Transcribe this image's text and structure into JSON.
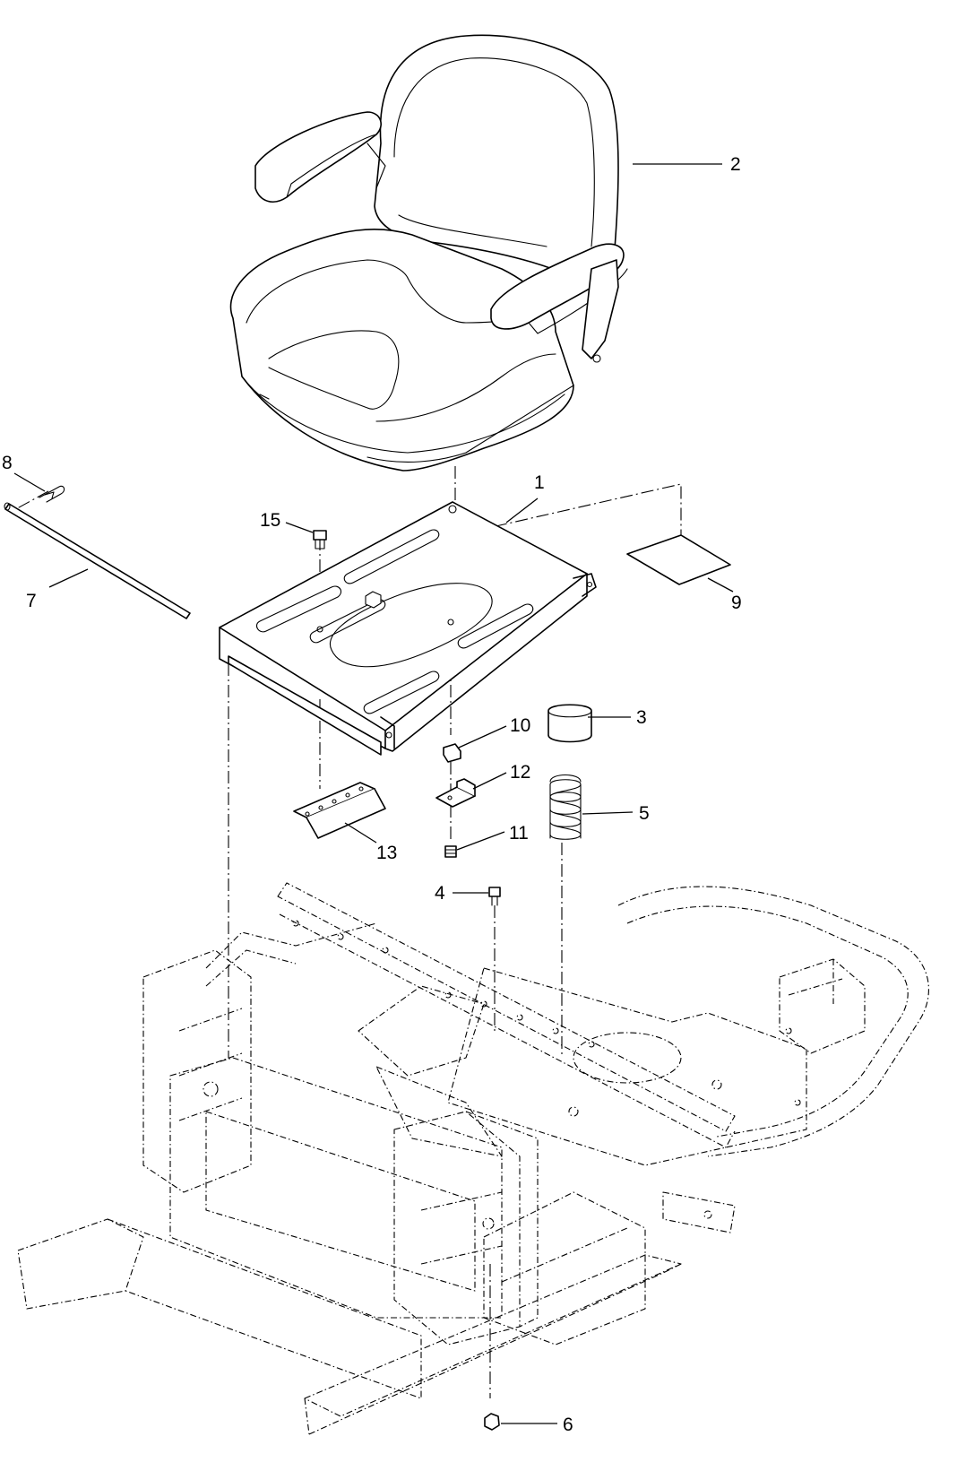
{
  "diagram": {
    "callouts": {
      "c1": "1",
      "c2": "2",
      "c3": "3",
      "c4": "4",
      "c5": "5",
      "c6": "6",
      "c7": "7",
      "c8": "8",
      "c9": "9",
      "c10": "10",
      "c11": "11",
      "c12": "12",
      "c13": "13",
      "c15": "15"
    }
  }
}
